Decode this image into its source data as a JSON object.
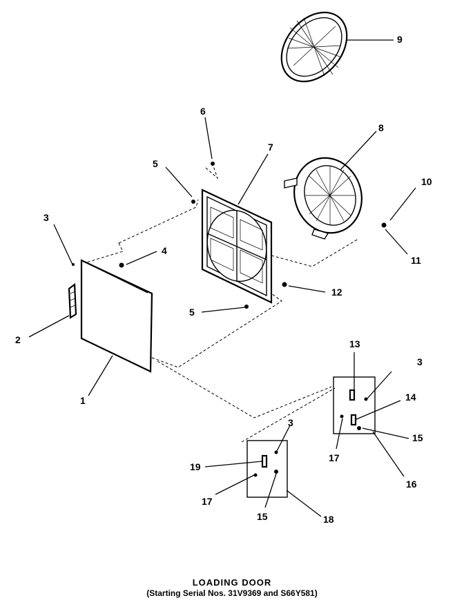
{
  "caption": {
    "title": "LOADING DOOR",
    "subtitle": "(Starting Serial Nos. 31V9369 and S66Y581)"
  },
  "corner_code": "",
  "parts": {
    "p1": "1",
    "p2": "2",
    "p3a": "3",
    "p3b": "3",
    "p3c": "3",
    "p4": "4",
    "p5a": "5",
    "p5b": "5",
    "p6": "6",
    "p7": "7",
    "p8": "8",
    "p9": "9",
    "p10": "10",
    "p11": "11",
    "p12": "12",
    "p13": "13",
    "p14": "14",
    "p15a": "15",
    "p15b": "15",
    "p16": "16",
    "p17a": "17",
    "p17b": "17",
    "p18": "18",
    "p19": "19"
  }
}
